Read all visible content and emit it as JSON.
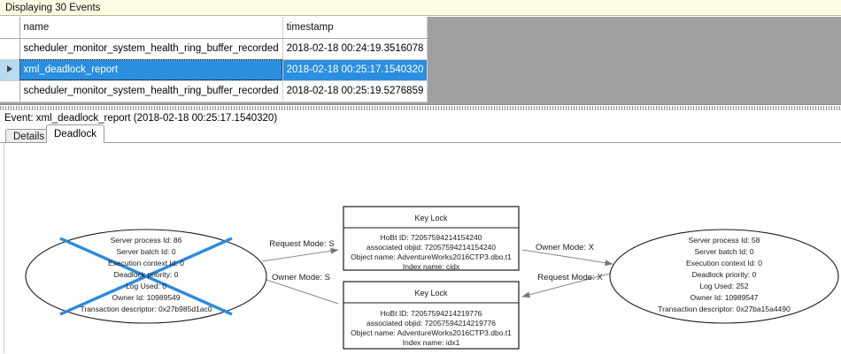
{
  "banner": {
    "text": "Displaying 30 Events"
  },
  "grid": {
    "columns": [
      "",
      "name",
      "timestamp"
    ],
    "rows": [
      {
        "indicator": "",
        "name": "scheduler_monitor_system_health_ring_buffer_recorded",
        "timestamp": "2018-02-18 00:24:19.3516078",
        "selected": false
      },
      {
        "indicator": "row-arrow-icon",
        "name": "xml_deadlock_report",
        "timestamp": "2018-02-18 00:25:17.1540320",
        "selected": true
      },
      {
        "indicator": "",
        "name": "scheduler_monitor_system_health_ring_buffer_recorded",
        "timestamp": "2018-02-18 00:25:19.5276859",
        "selected": false
      }
    ]
  },
  "event": {
    "title": "Event: xml_deadlock_report (2018-02-18 00:25:17.1540320)"
  },
  "tabs": [
    {
      "label": "Details",
      "active": false
    },
    {
      "label": "Deadlock",
      "active": true
    }
  ],
  "deadlock_graph": {
    "victim_cross_color": "#2a8ae0",
    "processes": [
      {
        "id": "process-left",
        "victim": true,
        "lines": [
          "Server process Id: 86",
          "Server batch Id: 0",
          "Execution context Id: 0",
          "Deadlock priority: 0",
          "Log Used: 0",
          "Owner Id: 10989549",
          "Transaction descriptor: 0x27b985d1ac0"
        ]
      },
      {
        "id": "process-right",
        "victim": false,
        "lines": [
          "Server process Id: 58",
          "Server batch Id: 0",
          "Execution context Id: 0",
          "Deadlock priority: 0",
          "Log Used: 252",
          "Owner Id: 10989547",
          "Transaction descriptor: 0x27ba15a4490"
        ]
      }
    ],
    "resources": [
      {
        "id": "keylock-top",
        "title": "Key Lock",
        "lines": [
          "HoBt ID: 72057594214154240",
          "associated objid: 72057594214154240",
          "Object name: AdventureWorks2016CTP3.dbo.t1",
          "Index name: cidx"
        ]
      },
      {
        "id": "keylock-bottom",
        "title": "Key Lock",
        "lines": [
          "HoBt ID: 72057594214219776",
          "associated objid: 72057594214219776",
          "Object name: AdventureWorks2016CTP3.dbo.t1",
          "Index name: idx1"
        ]
      }
    ],
    "edges": [
      {
        "id": "edge-request-s",
        "label": "Request Mode: S",
        "from": "process-left",
        "to": "keylock-top",
        "direction": "right"
      },
      {
        "id": "edge-owner-x",
        "label": "Owner Mode: X",
        "from": "keylock-top",
        "to": "process-right",
        "direction": "right"
      },
      {
        "id": "edge-owner-s",
        "label": "Owner Mode: S",
        "from": "keylock-bottom",
        "to": "process-left",
        "direction": "left"
      },
      {
        "id": "edge-request-x",
        "label": "Request Mode: X",
        "from": "process-right",
        "to": "keylock-bottom",
        "direction": "left"
      }
    ]
  }
}
